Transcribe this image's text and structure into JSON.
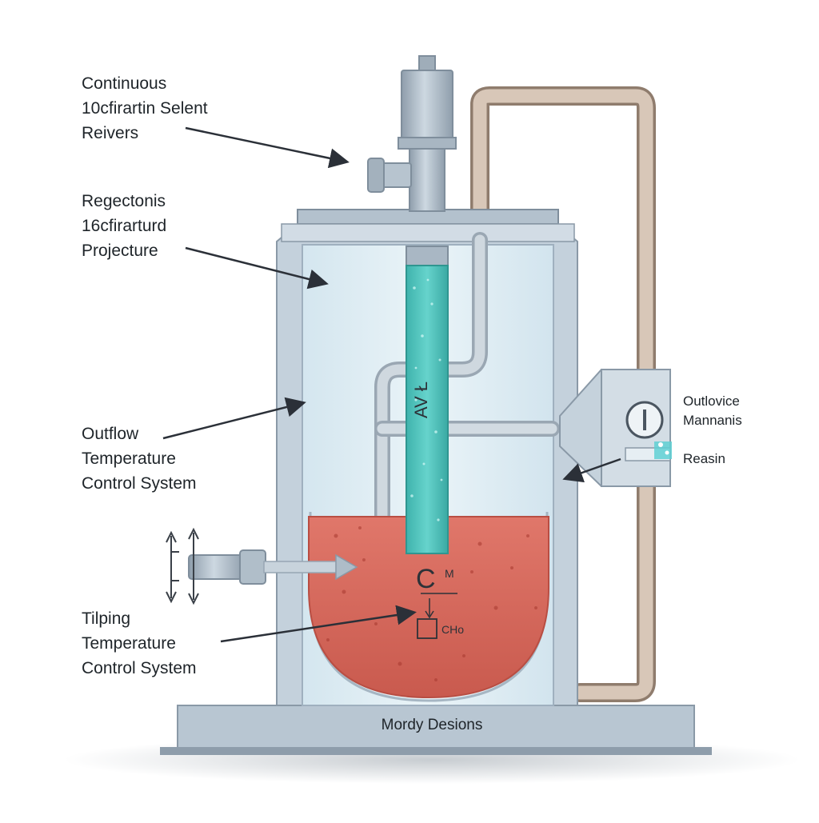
{
  "labels": {
    "top_left": [
      "Continuous",
      "10cfirartin Selent",
      "Reivers"
    ],
    "upper_left": [
      "Regectonis",
      "16cfirarturd",
      "Projecture"
    ],
    "middle_left": [
      "Outflow",
      "Temperature",
      "Control System"
    ],
    "lower_left": [
      "Tilping",
      "Temperature",
      "Control System"
    ],
    "right_box": [
      "Outlovice",
      "Mannanis"
    ],
    "right_small": "Reasin",
    "base": "Mordy Desions"
  },
  "inner_marks": {
    "column_text": "AV Ł",
    "vessel_symbol": "C",
    "vessel_symbol_sub": "M",
    "box_text": "CHo"
  },
  "colors": {
    "steel": "#a9b7c4",
    "steel_dark": "#7f8e9c",
    "glass": "#dcebf3",
    "column": "#4fc6bf",
    "liquid": "#d3665a",
    "pipe": "#c7b4a5",
    "arrow": "#2b3038"
  }
}
